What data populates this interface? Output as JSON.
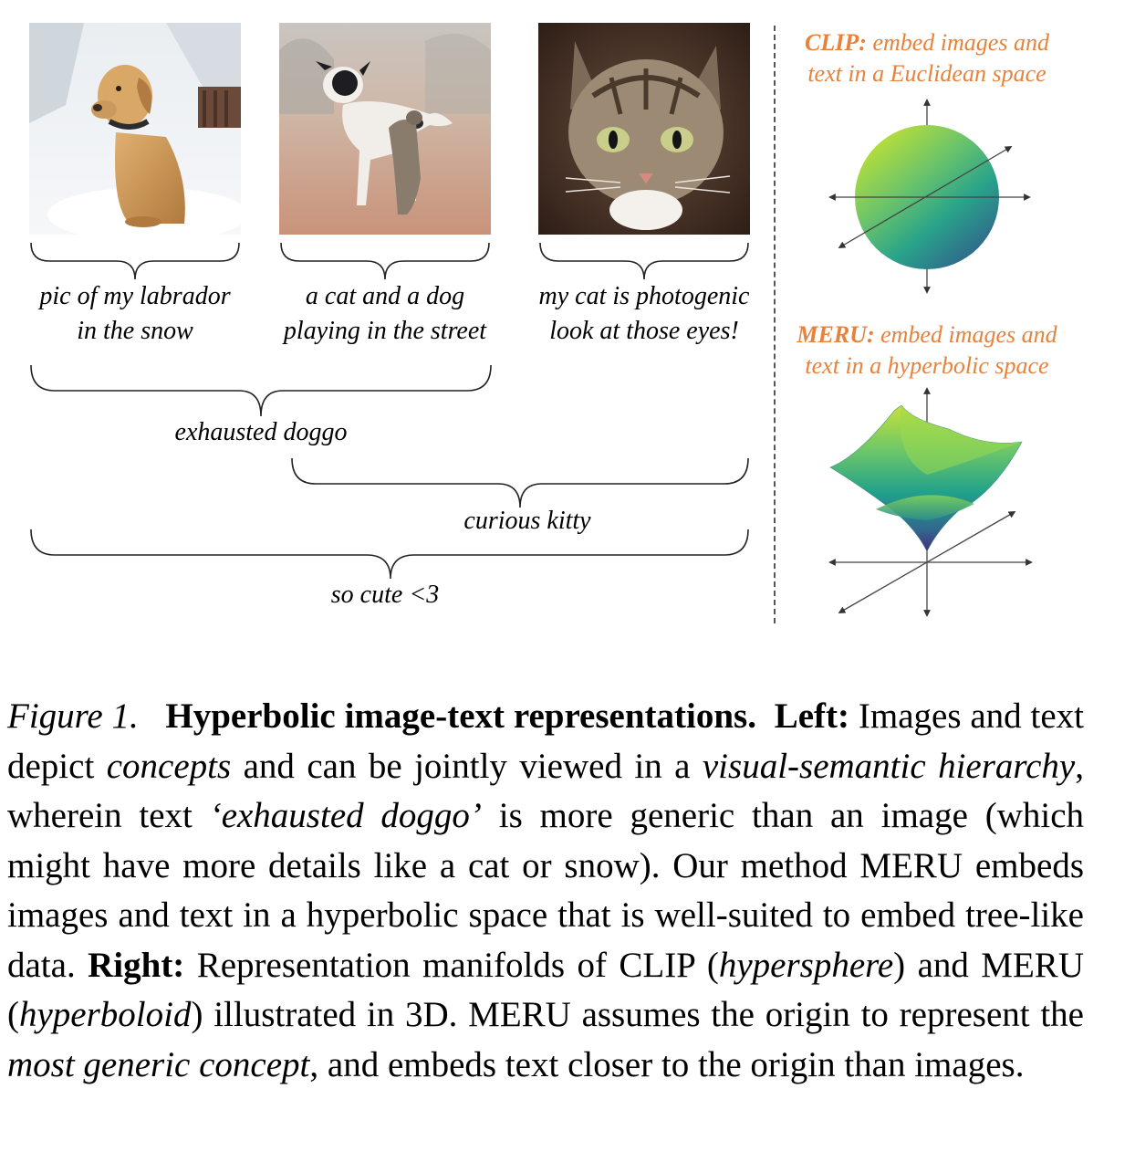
{
  "figure": {
    "images": [
      {
        "name": "labrador-in-snow",
        "caption_line1": "pic of my labrador",
        "caption_line2": "in the snow"
      },
      {
        "name": "cat-and-dog-street",
        "caption_line1": "a cat and a dog",
        "caption_line2": "playing in the street"
      },
      {
        "name": "photogenic-cat",
        "caption_line1": "my cat is photogenic",
        "caption_line2": "look at those eyes!"
      }
    ],
    "braces": {
      "exhausted": "exhausted doggo",
      "curious": "curious kitty",
      "cute": "so cute <3"
    },
    "clip": {
      "label_bold": "CLIP:",
      "label_line1": " embed images and",
      "label_line2": "text in a Euclidean space"
    },
    "meru": {
      "label_bold": "MERU:",
      "label_line1": " embed images and",
      "label_line2": "text in a hyperbolic space"
    },
    "accent_color": "#e8823a"
  },
  "caption": {
    "figure_label": "Figure 1.",
    "title": "Hyperbolic image-text representations.",
    "left_label": "Left:",
    "t1": " Images and text depict ",
    "t2": "concepts",
    "t3": " and can be jointly viewed in a ",
    "t4": "visual-semantic hierarchy",
    "t5": ", wherein text ",
    "t6": "‘exhausted doggo’",
    "t7": " is more generic than an image (which might have more details like a cat or snow). Our method MERU embeds images and text in a hyperbolic space that is well-suited to embed tree-like data. ",
    "right_label": "Right:",
    "t8": " Representation manifolds of CLIP (",
    "t9": "hypersphere",
    "t10": ") and MERU (",
    "t11": "hyperboloid",
    "t12": ") illustrated in 3D. MERU assumes the origin to represent the ",
    "t13": "most generic concept",
    "t14": ", and embeds text closer to the origin than images."
  }
}
